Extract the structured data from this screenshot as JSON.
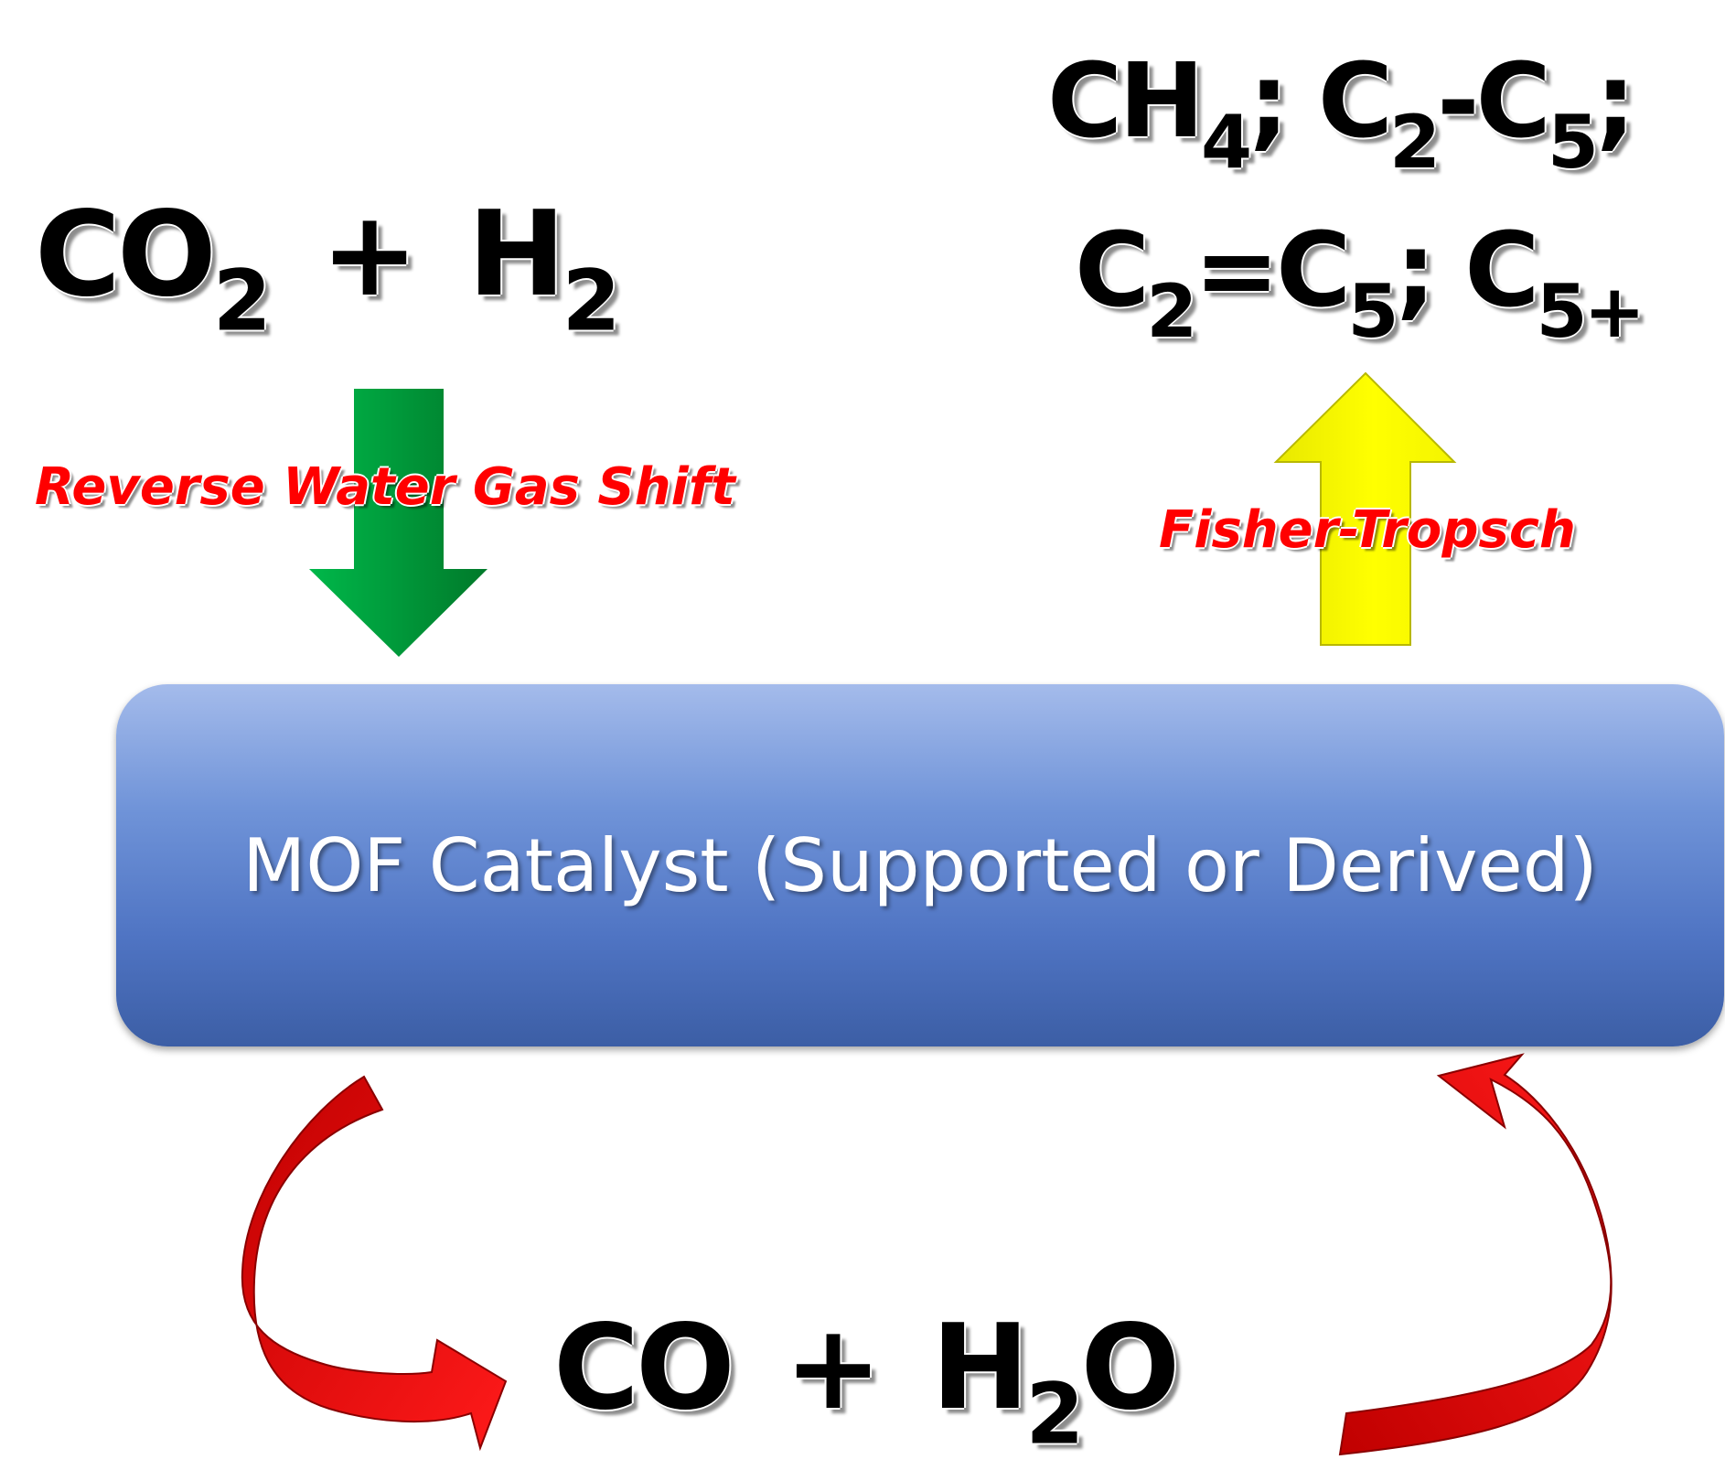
{
  "reactants": {
    "a": "CO",
    "a_sub": "2",
    "plus": "+",
    "b": "H",
    "b_sub": "2"
  },
  "products": {
    "line1": {
      "p1": "CH",
      "p1_sub": "4",
      "sep1": "; ",
      "p2": "C",
      "p2_sub": "2",
      "dash": "-",
      "p3": "C",
      "p3_sub": "5",
      "sep2": ";"
    },
    "line2": {
      "p1": "C",
      "p1_sub": "2",
      "eq": "=",
      "p2": "C",
      "p2_sub": "5",
      "sep": "; ",
      "p3": "C",
      "p3_sub": "5+"
    }
  },
  "labels": {
    "rwgs": "Reverse Water Gas Shift",
    "ft": "Fisher-Tropsch"
  },
  "catalyst": {
    "text": "MOF Catalyst (Supported or Derived)"
  },
  "intermediates": {
    "a": "CO",
    "plus": "+",
    "b": "H",
    "b_sub": "2",
    "c": "O"
  },
  "colors": {
    "rwgs_arrow": "#00a63c",
    "ft_arrow": "#ffff00",
    "cycle_arrows": "#ff0000",
    "catalyst": "#4f74c3",
    "label_text": "#ff0000"
  }
}
